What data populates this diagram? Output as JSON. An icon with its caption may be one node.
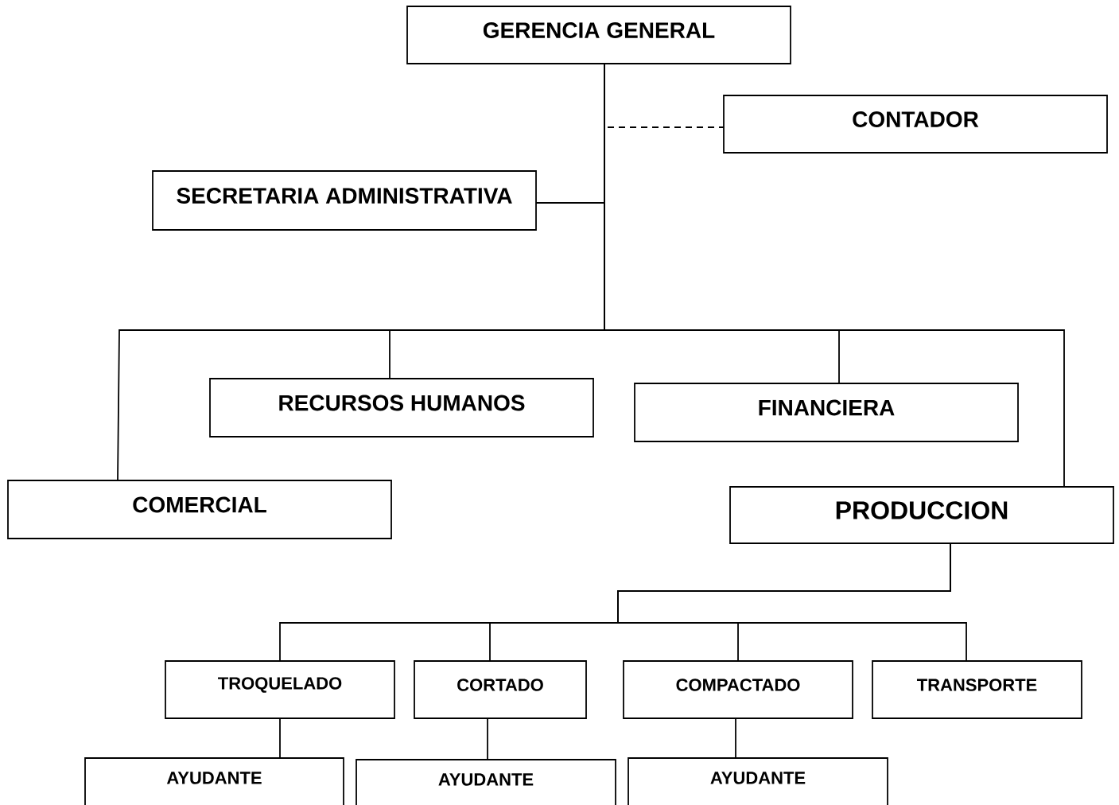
{
  "diagram": {
    "nodes": [
      {
        "text": [
          "GERENCIA GENERAL"
        ]
      },
      {
        "text": [
          "CONTADOR"
        ]
      },
      {
        "text": [
          "SECRETARIA ADMINISTRATIVA"
        ]
      },
      {
        "text": [
          "RECURSOS HUMANOS"
        ]
      },
      {
        "text": [
          "FINANCIERA"
        ]
      },
      {
        "text": [
          "COMERCIAL"
        ]
      },
      {
        "text": [
          "PRODUCCION"
        ]
      },
      {
        "text": [
          "TROQUELADO"
        ]
      },
      {
        "text": [
          "CORTADO"
        ]
      },
      {
        "text": [
          "COMPACTADO"
        ]
      },
      {
        "text": [
          "TRANSPORTE"
        ]
      },
      {
        "text": [
          "AYUDANTE"
        ]
      },
      {
        "text": [
          "AYUDANTE"
        ]
      },
      {
        "text": [
          "AYUDANTE"
        ]
      }
    ],
    "edges": [
      {
        "from": 0,
        "to": 1,
        "arrow": "none",
        "style": "dashed"
      },
      {
        "from": 0,
        "to": 2,
        "arrow": "none"
      },
      {
        "from": 0,
        "to": 5,
        "arrow": "none"
      },
      {
        "from": 0,
        "to": 3,
        "arrow": "none"
      },
      {
        "from": 0,
        "to": 4,
        "arrow": "none"
      },
      {
        "from": 0,
        "to": 6,
        "arrow": "none"
      },
      {
        "from": 6,
        "to": 7,
        "arrow": "none"
      },
      {
        "from": 6,
        "to": 8,
        "arrow": "none"
      },
      {
        "from": 6,
        "to": 9,
        "arrow": "none"
      },
      {
        "from": 6,
        "to": 10,
        "arrow": "none"
      },
      {
        "from": 7,
        "to": 11,
        "arrow": "none"
      },
      {
        "from": 8,
        "to": 12,
        "arrow": "none"
      },
      {
        "from": 9,
        "to": 13,
        "arrow": "none"
      }
    ]
  }
}
